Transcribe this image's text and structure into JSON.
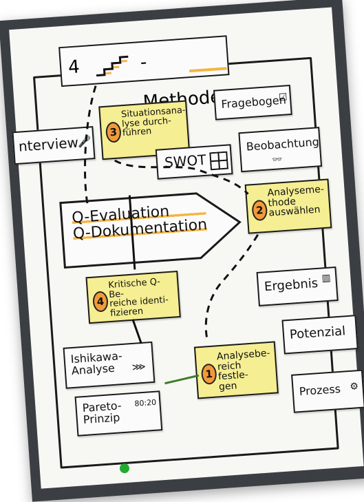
{
  "title": {
    "prefix": "4",
    "suffix": "- Methode"
  },
  "center": {
    "line1": "Q-Evaluation",
    "line2": "Q-Dokumentation"
  },
  "cards": {
    "interview": "nterview",
    "fragebogen": "Fragebogen",
    "beobachtung": "Beobachtung",
    "swot": "SWOT",
    "ergebnis": "Ergebnis",
    "potenzial": "Potenzial",
    "prozess": "Prozess",
    "ishikawa": "Ishikawa-\nAnalyse",
    "pareto": "Pareto-\nPrinzip",
    "pareto_ratio": "80:20"
  },
  "steps": [
    {
      "num": "3",
      "text": "Situationsana-\nlyse durch-\nführen"
    },
    {
      "num": "2",
      "text": "Analyseme-\nthode\nauswählen"
    },
    {
      "num": "4",
      "text": "Kritische Q-Be-\nreiche identi-\nfizieren"
    },
    {
      "num": "1",
      "text": "Analysebe-\nreich festle-\ngen"
    }
  ],
  "colors": {
    "yellow_card": "#f5ee92",
    "orange_accent": "#f29a3a",
    "green_magnet": "#22aa33"
  }
}
